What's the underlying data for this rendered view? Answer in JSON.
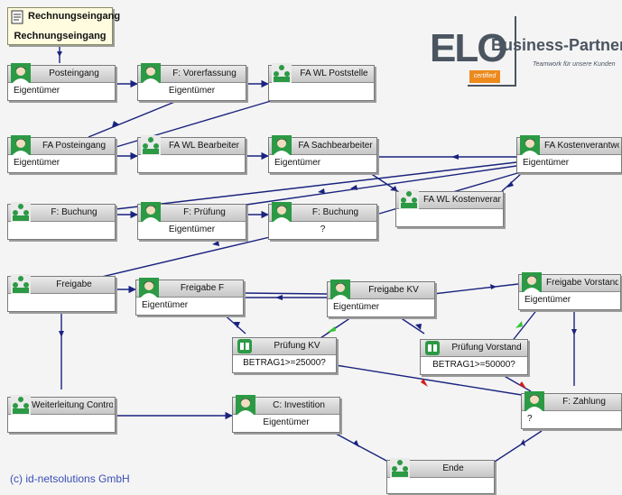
{
  "logo": {
    "brand": "ELO",
    "name": "Business-Partner",
    "tagline": "Teamwork für unsere Kunden",
    "badge": "certified"
  },
  "start_node": {
    "title": "Rechnungseingang",
    "subtitle": "Rechnungseingang"
  },
  "nodes": {
    "posteingang": {
      "title": "Posteingang",
      "subtitle": "Eigentümer"
    },
    "f_vorerfassung": {
      "title": "F: Vorerfassung",
      "subtitle": "Eigentümer"
    },
    "fa_wl_poststelle": {
      "title": "FA WL Poststelle",
      "subtitle": ""
    },
    "fa_posteingang": {
      "title": "FA Posteingang",
      "subtitle": "Eigentümer"
    },
    "fa_wl_bearbeiter": {
      "title": "FA WL Bearbeiter",
      "subtitle": ""
    },
    "fa_sachbearbeiter": {
      "title": "FA Sachbearbeiter",
      "subtitle": "Eigentümer"
    },
    "fa_kostenverantwortlich": {
      "title": "FA Kostenverantwortlic",
      "subtitle": "Eigentümer"
    },
    "fa_wl_kostenverantwo": {
      "title": "FA WL Kostenverantwo",
      "subtitle": ""
    },
    "f_buchung_1": {
      "title": "F: Buchung",
      "subtitle": ""
    },
    "f_pruefung": {
      "title": "F: Prüfung",
      "subtitle": "Eigentümer"
    },
    "f_buchung_2": {
      "title": "F: Buchung",
      "subtitle": "?"
    },
    "freigabe": {
      "title": "Freigabe",
      "subtitle": ""
    },
    "freigabe_f": {
      "title": "Freigabe F",
      "subtitle": "Eigentümer"
    },
    "freigabe_kv": {
      "title": "Freigabe KV",
      "subtitle": "Eigentümer"
    },
    "freigabe_vorstand": {
      "title": "Freigabe Vorstand",
      "subtitle": "Eigentümer"
    },
    "pruefung_kv": {
      "title": "Prüfung KV",
      "subtitle": "BETRAG1>=25000?"
    },
    "pruefung_vorstand": {
      "title": "Prüfung Vorstand",
      "subtitle": "BETRAG1>=50000?"
    },
    "weiterleitung_controlling": {
      "title": "Weiterleitung Controllin",
      "subtitle": ""
    },
    "c_investition": {
      "title": "C: Investition",
      "subtitle": "Eigentümer"
    },
    "f_zahlung": {
      "title": "F: Zahlung",
      "subtitle": "?"
    },
    "ende": {
      "title": "Ende",
      "subtitle": ""
    }
  },
  "copyright": "(c) id-netsolutions GmbH",
  "colors": {
    "arrow": "#1a237e",
    "true_marker": "#35c435",
    "false_marker": "#d21d1d"
  }
}
